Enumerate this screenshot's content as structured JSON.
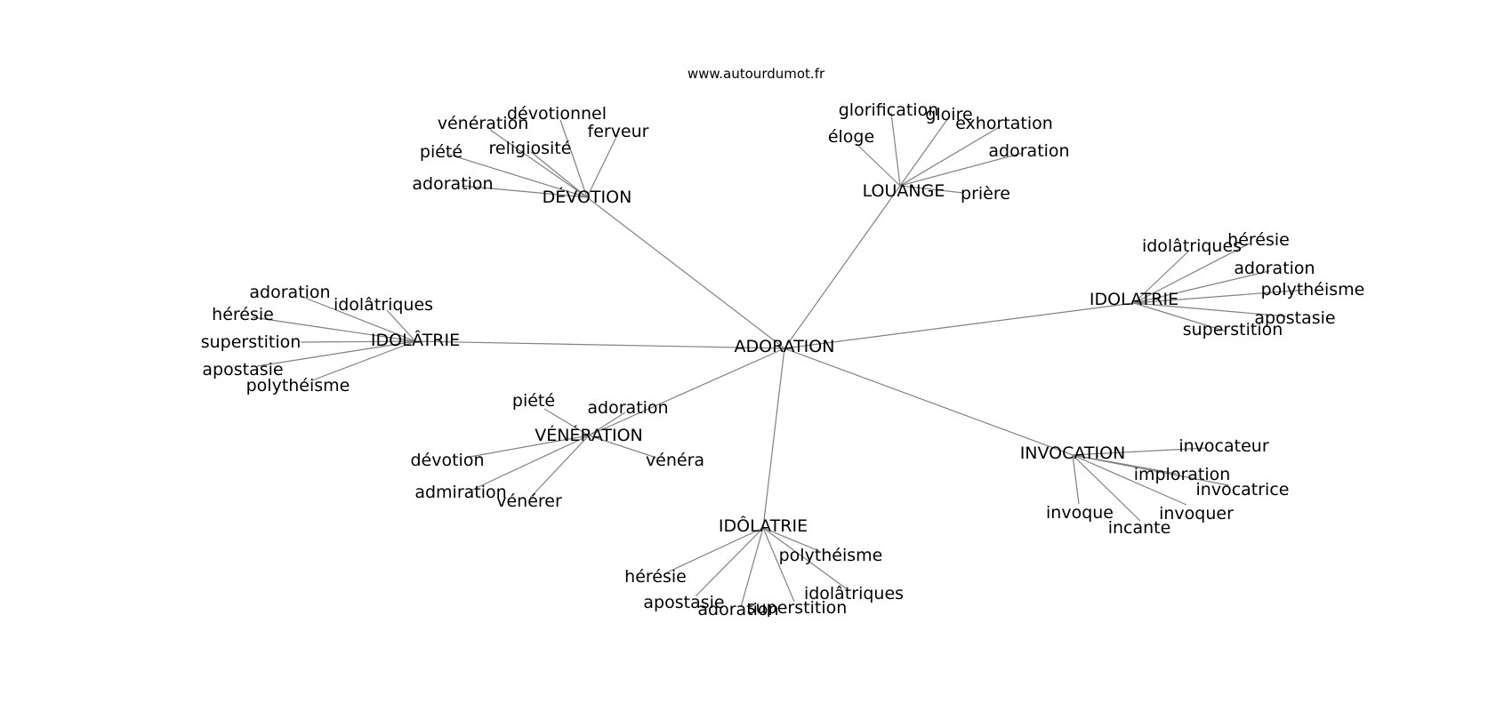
{
  "header": {
    "site": "www.autourdumot.fr"
  },
  "graph": {
    "root": "ADORATION",
    "clusters": [
      {
        "hub": "DÉVOTION",
        "leaves": [
          "vénération",
          "dévotionnel",
          "ferveur",
          "religiosité",
          "piété",
          "adoration"
        ]
      },
      {
        "hub": "LOUANGE",
        "leaves": [
          "glorification",
          "gloire",
          "exhortation",
          "éloge",
          "adoration",
          "prière"
        ]
      },
      {
        "hub": "IDOLATRIE",
        "leaves": [
          "idolâtriques",
          "hérésie",
          "adoration",
          "polythéisme",
          "apostasie",
          "superstition"
        ]
      },
      {
        "hub": "IDOLÂTRIE",
        "leaves": [
          "adoration",
          "idolâtriques",
          "hérésie",
          "superstition",
          "apostasie",
          "polythéisme"
        ]
      },
      {
        "hub": "VÉNÉRATION",
        "leaves": [
          "piété",
          "adoration",
          "dévotion",
          "vénéra",
          "admiration",
          "vénérer"
        ]
      },
      {
        "hub": "INVOCATION",
        "leaves": [
          "invocateur",
          "imploration",
          "invocatrice",
          "invoque",
          "invoquer",
          "incante"
        ]
      },
      {
        "hub": "IDÔLATRIE",
        "leaves": [
          "polythéisme",
          "hérésie",
          "idolâtriques",
          "apostasie",
          "superstition",
          "adoration"
        ]
      }
    ]
  }
}
